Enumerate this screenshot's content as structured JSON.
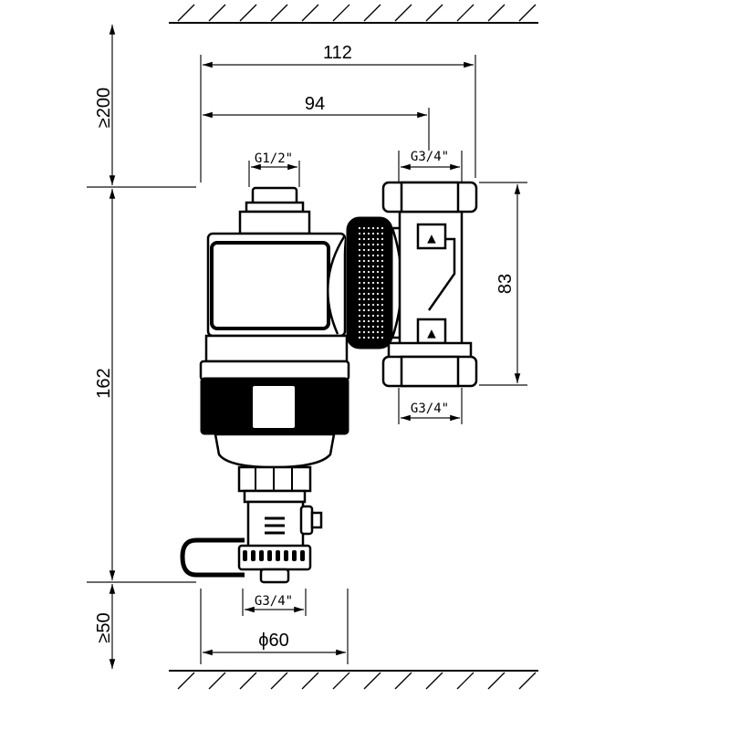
{
  "dimensions": {
    "overall_width": "112",
    "offset_width": "94",
    "top_connection": "G1/2\"",
    "side_connection_top": "G3/4\"",
    "side_connection_bottom": "G3/4\"",
    "bottom_connection": "G3/4\"",
    "port_spacing": "83",
    "top_clearance": "≥200",
    "body_height": "162",
    "bottom_clearance": "≥50",
    "diameter": "ϕ60"
  }
}
